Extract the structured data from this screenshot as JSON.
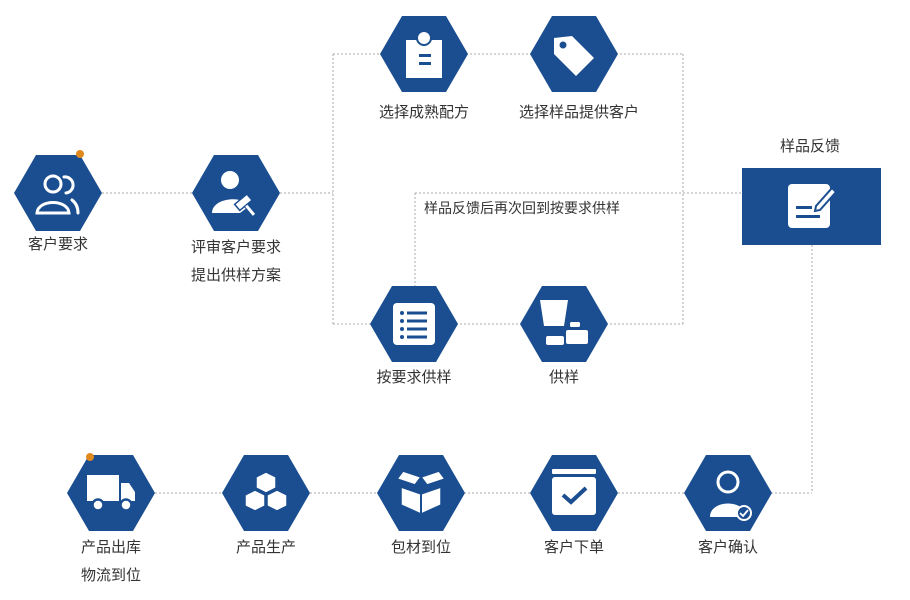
{
  "colors": {
    "primary": "#1a4e91",
    "accent_dot": "#e08a1e",
    "line": "#aaaaaa",
    "text": "#333333"
  },
  "nodes": {
    "customer_request": {
      "label": "客户要求",
      "icon": "users-icon"
    },
    "review": {
      "line1": "评审客户要求",
      "line2": "提出供样方案",
      "icon": "user-gavel-icon"
    },
    "mature_formula": {
      "label": "选择成熟配方",
      "icon": "badge-icon"
    },
    "sample_product": {
      "label": "选择样品提供客户",
      "icon": "tag-icon"
    },
    "sample_feedback": {
      "label": "样品反馈",
      "icon": "edit-icon"
    },
    "per_requirement": {
      "label": "按要求供样",
      "icon": "list-icon"
    },
    "supply_sample": {
      "label": "供样",
      "icon": "cup-icon"
    },
    "shipping": {
      "line1": "产品出库",
      "line2": "物流到位",
      "icon": "truck-icon"
    },
    "production": {
      "label": "产品生产",
      "icon": "boxes-icon"
    },
    "packaging": {
      "label": "包材到位",
      "icon": "open-box-icon"
    },
    "order": {
      "label": "客户下单",
      "icon": "check-box-icon"
    },
    "confirm": {
      "label": "客户确认",
      "icon": "user-check-icon"
    }
  },
  "feedback_note": "样品反馈后再次回到按要求供样"
}
